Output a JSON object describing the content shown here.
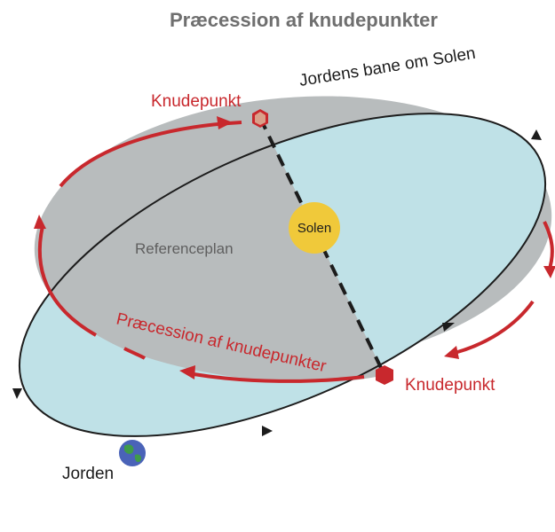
{
  "title": "Præcession af knudepunkter",
  "labels": {
    "orbit": "Jordens bane om Solen",
    "node_top": "Knudepunkt",
    "node_bottom": "Knudepunkt",
    "sun": "Solen",
    "reference_plane": "Referenceplan",
    "precession": "Præcession af knudepunkter",
    "earth": "Jorden"
  },
  "colors": {
    "orbit_plane": "#bfe1e7",
    "reference_plane": "#b8bcbd",
    "precession_arrow": "#c8282d",
    "node": "#c8282d",
    "sun": "#f0c93a",
    "earth": "#4a63b8",
    "title": "#6f6f6f"
  }
}
